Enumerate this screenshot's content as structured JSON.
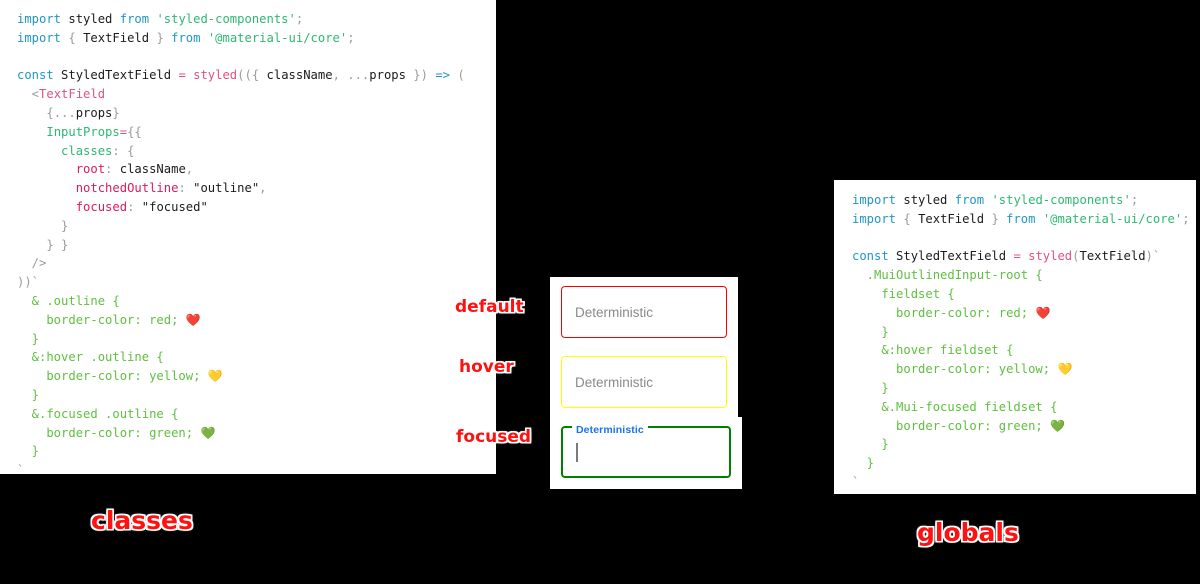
{
  "meta": {
    "background_color": "#000000",
    "panel_color": "#ffffff",
    "accent_red": "#ff1111"
  },
  "left_code_panel": {
    "name": "classes-approach-code",
    "lines": [
      [
        {
          "t": "import ",
          "c": "kw"
        },
        {
          "t": "styled ",
          "c": "dark"
        },
        {
          "t": "from ",
          "c": "kw"
        },
        {
          "t": "'styled-components'",
          "c": "str"
        },
        {
          "t": ";",
          "c": "punc"
        }
      ],
      [
        {
          "t": "import ",
          "c": "kw"
        },
        {
          "t": "{ ",
          "c": "punc"
        },
        {
          "t": "TextField",
          "c": "dark"
        },
        {
          "t": " } ",
          "c": "punc"
        },
        {
          "t": "from ",
          "c": "kw"
        },
        {
          "t": "'@material-ui/core'",
          "c": "str"
        },
        {
          "t": ";",
          "c": "punc"
        }
      ],
      [],
      [
        {
          "t": "const ",
          "c": "kw"
        },
        {
          "t": "StyledTextField ",
          "c": "dark"
        },
        {
          "t": "= ",
          "c": "op"
        },
        {
          "t": "styled",
          "c": "fn"
        },
        {
          "t": "(({ ",
          "c": "punc"
        },
        {
          "t": "className",
          "c": "dark"
        },
        {
          "t": ", ",
          "c": "punc"
        },
        {
          "t": "...",
          "c": "punc"
        },
        {
          "t": "props",
          "c": "dark"
        },
        {
          "t": " }) ",
          "c": "punc"
        },
        {
          "t": "=> ",
          "c": "arrow"
        },
        {
          "t": "(",
          "c": "punc"
        }
      ],
      [
        {
          "t": "  <",
          "c": "punc"
        },
        {
          "t": "TextField",
          "c": "tag"
        }
      ],
      [
        {
          "t": "    {",
          "c": "punc"
        },
        {
          "t": "...",
          "c": "punc"
        },
        {
          "t": "props",
          "c": "dark"
        },
        {
          "t": "}",
          "c": "punc"
        }
      ],
      [
        {
          "t": "    ",
          "c": "plain"
        },
        {
          "t": "InputProps",
          "c": "attr"
        },
        {
          "t": "=",
          "c": "op"
        },
        {
          "t": "{{",
          "c": "punc"
        }
      ],
      [
        {
          "t": "      ",
          "c": "plain"
        },
        {
          "t": "classes",
          "c": "attr"
        },
        {
          "t": ": ",
          "c": "punc"
        },
        {
          "t": "{",
          "c": "punc"
        }
      ],
      [
        {
          "t": "        ",
          "c": "plain"
        },
        {
          "t": "root",
          "c": "prop"
        },
        {
          "t": ": ",
          "c": "punc"
        },
        {
          "t": "className",
          "c": "dark"
        },
        {
          "t": ",",
          "c": "punc"
        }
      ],
      [
        {
          "t": "        ",
          "c": "plain"
        },
        {
          "t": "notchedOutline",
          "c": "prop"
        },
        {
          "t": ": ",
          "c": "punc"
        },
        {
          "t": "\"outline\"",
          "c": "dark"
        },
        {
          "t": ",",
          "c": "punc"
        }
      ],
      [
        {
          "t": "        ",
          "c": "plain"
        },
        {
          "t": "focused",
          "c": "prop"
        },
        {
          "t": ": ",
          "c": "punc"
        },
        {
          "t": "\"focused\"",
          "c": "dark"
        }
      ],
      [
        {
          "t": "      }",
          "c": "punc"
        }
      ],
      [
        {
          "t": "    } }",
          "c": "punc"
        }
      ],
      [
        {
          "t": "  />",
          "c": "punc"
        }
      ],
      [
        {
          "t": "))`",
          "c": "punc"
        }
      ],
      [
        {
          "t": "  & .outline {",
          "c": "css"
        }
      ],
      [
        {
          "t": "    border-color: red; ",
          "c": "css"
        },
        {
          "t": "❤️",
          "c": "emoji"
        }
      ],
      [
        {
          "t": "  }",
          "c": "css"
        }
      ],
      [
        {
          "t": "  &:hover .outline {",
          "c": "css"
        }
      ],
      [
        {
          "t": "    border-color: yellow; ",
          "c": "css"
        },
        {
          "t": "💛",
          "c": "emoji"
        }
      ],
      [
        {
          "t": "  }",
          "c": "css"
        }
      ],
      [
        {
          "t": "  &.focused .outline {",
          "c": "css"
        }
      ],
      [
        {
          "t": "    border-color: green; ",
          "c": "css"
        },
        {
          "t": "💚",
          "c": "emoji"
        }
      ],
      [
        {
          "t": "  }",
          "c": "css"
        }
      ],
      [
        {
          "t": "`",
          "c": "punc"
        }
      ],
      [
        {
          "t": " ;",
          "c": "punc"
        }
      ]
    ]
  },
  "right_code_panel": {
    "name": "globals-approach-code",
    "lines": [
      [
        {
          "t": "import ",
          "c": "kw"
        },
        {
          "t": "styled ",
          "c": "dark"
        },
        {
          "t": "from ",
          "c": "kw"
        },
        {
          "t": "'styled-components'",
          "c": "str"
        },
        {
          "t": ";",
          "c": "punc"
        }
      ],
      [
        {
          "t": "import ",
          "c": "kw"
        },
        {
          "t": "{ ",
          "c": "punc"
        },
        {
          "t": "TextField",
          "c": "dark"
        },
        {
          "t": " } ",
          "c": "punc"
        },
        {
          "t": "from ",
          "c": "kw"
        },
        {
          "t": "'@material-ui/core'",
          "c": "str"
        },
        {
          "t": ";",
          "c": "punc"
        }
      ],
      [],
      [
        {
          "t": "const ",
          "c": "kw"
        },
        {
          "t": "StyledTextField ",
          "c": "dark"
        },
        {
          "t": "= ",
          "c": "op"
        },
        {
          "t": "styled",
          "c": "fn"
        },
        {
          "t": "(",
          "c": "punc"
        },
        {
          "t": "TextField",
          "c": "dark"
        },
        {
          "t": ")`",
          "c": "punc"
        }
      ],
      [
        {
          "t": "  .MuiOutlinedInput-root {",
          "c": "css"
        }
      ],
      [
        {
          "t": "    fieldset {",
          "c": "css"
        }
      ],
      [
        {
          "t": "      border-color: red; ",
          "c": "css"
        },
        {
          "t": "❤️",
          "c": "emoji"
        }
      ],
      [
        {
          "t": "    }",
          "c": "css"
        }
      ],
      [
        {
          "t": "    &:hover fieldset {",
          "c": "css"
        }
      ],
      [
        {
          "t": "      border-color: yellow; ",
          "c": "css"
        },
        {
          "t": "💛",
          "c": "emoji"
        }
      ],
      [
        {
          "t": "    }",
          "c": "css"
        }
      ],
      [
        {
          "t": "    &.Mui-focused fieldset {",
          "c": "css"
        }
      ],
      [
        {
          "t": "      border-color: green; ",
          "c": "css"
        },
        {
          "t": "💚",
          "c": "emoji"
        }
      ],
      [
        {
          "t": "    }",
          "c": "css"
        }
      ],
      [
        {
          "t": "  }",
          "c": "css"
        }
      ],
      [
        {
          "t": "`",
          "c": "punc"
        }
      ],
      [
        {
          "t": " ;",
          "c": "punc"
        }
      ]
    ]
  },
  "demo": {
    "default_field": {
      "value": "Deterministic",
      "border_color": "#ff0000"
    },
    "hover_field": {
      "value": "Deterministic",
      "border_color": "#ffff00"
    },
    "focused_field": {
      "legend": "Deterministic",
      "value": "",
      "border_color": "#008000",
      "legend_color": "#1a73e8"
    }
  },
  "annotations": {
    "default": "default",
    "hover": "hover",
    "focused": "focused",
    "classes": "classes",
    "globals": "globals"
  }
}
